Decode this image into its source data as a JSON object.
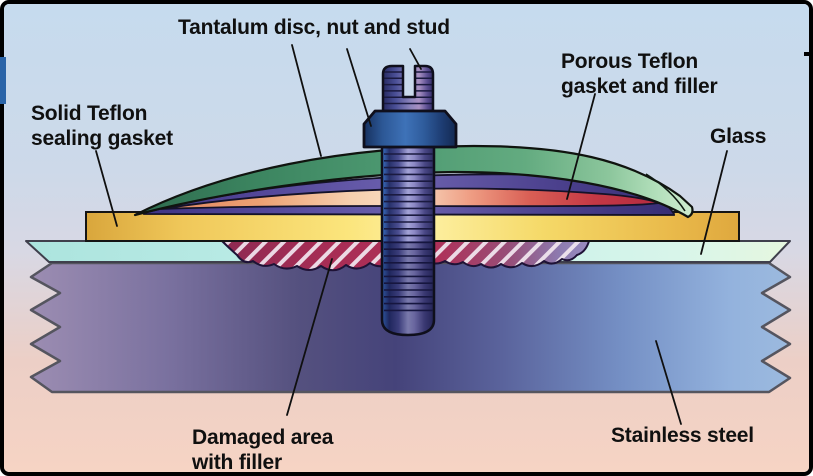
{
  "diagram": {
    "type": "technical-illustration",
    "subject": "tantalum patch repair of glass-lined stainless steel",
    "labels": {
      "tantalum": {
        "text": "Tantalum disc, nut and stud"
      },
      "solid_teflon": {
        "line1": "Solid Teflon",
        "line2": "sealing gasket"
      },
      "porous_teflon": {
        "line1": "Porous Teflon",
        "line2": "gasket and filler"
      },
      "glass": {
        "text": "Glass"
      },
      "damaged": {
        "line1": "Damaged area",
        "line2": "with filler"
      },
      "stainless": {
        "text": "Stainless steel"
      }
    },
    "colors": {
      "tantalum_disc_green": "#4e9a72",
      "porous_gasket_red": "#c43845",
      "porous_gasket_salmon": "#ef9e84",
      "solid_gasket_yellow": "#f5d968",
      "glass_cyan": "#c2efe9",
      "steel_purple": "#55517f",
      "steel_blue": "#93b2dd",
      "damaged_magenta": "#a82d55",
      "hardware_blue": "#3e72b8",
      "background_top": "#cfe0f0",
      "background_bottom": "#f6d3c3"
    }
  }
}
